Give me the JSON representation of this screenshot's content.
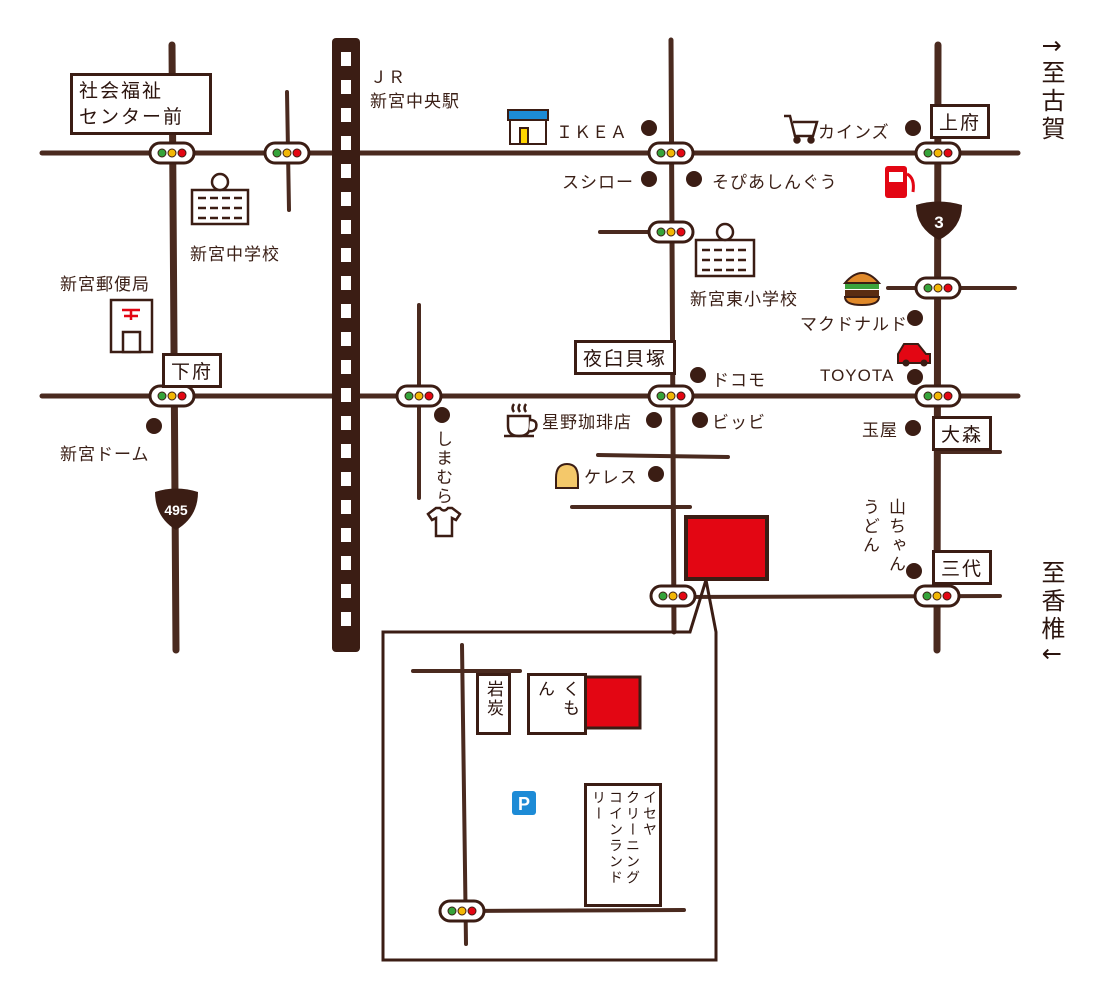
{
  "places": {
    "jr_station": "ＪＲ\n新宮中央駅",
    "ikea": "ＩＫＥＡ",
    "cainz": "カインズ",
    "sushiro": "スシロー",
    "sobi": "そぴあしんぐう",
    "jhs": "新宮中学校",
    "elem": "新宮東小学校",
    "post": "新宮郵便局",
    "mcd": "マクドナルド",
    "docomo": "ドコモ",
    "toyota": "TOYOTA",
    "hoshino": "星野珈琲店",
    "bibi": "ビッビ",
    "shimamura": "しまむら",
    "keres": "ケレス",
    "tamaya": "玉屋",
    "dome": "新宮ドーム",
    "udon": "山ちゃん\nうどん"
  },
  "intersections": {
    "shakai": "社会福祉\nセンター前",
    "kamifu": "上府",
    "shimofu": "下府",
    "yausu": "夜臼貝塚",
    "omori": "大森",
    "sandai": "三代"
  },
  "routes": {
    "r3": "3",
    "r495": "495"
  },
  "directions": {
    "koga": "↑至古賀",
    "kashii": "至香椎↓"
  },
  "inset": {
    "iwasumi": "岩炭",
    "kumon": "くもん",
    "cleaning": "イセヤ\nクリーニング\nコインランドリー",
    "parking": "P"
  },
  "colors": {
    "road": "#4a2a1f",
    "target": "#e30613",
    "parking": "#1d8bd6"
  }
}
